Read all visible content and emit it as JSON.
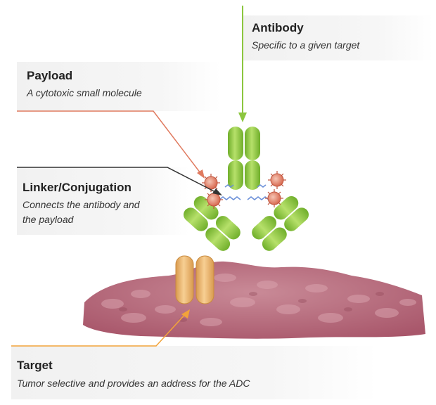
{
  "labels": {
    "antibody": {
      "title": "Antibody",
      "desc": "Specific to a given target"
    },
    "payload": {
      "title": "Payload",
      "desc": "A cytotoxic small molecule"
    },
    "linker": {
      "title": "Linker/Conjugation",
      "desc_line1": "Connects the antibody and",
      "desc_line2": "the payload"
    },
    "target": {
      "title": "Target",
      "desc": "Tumor selective and provides an address for the ADC"
    }
  },
  "colors": {
    "antibody_green": "#8cc63f",
    "payload_orange": "#e07a5f",
    "target_orange": "#f2a33a",
    "linker_gray": "#333333",
    "tissue": "#b86a7a"
  }
}
